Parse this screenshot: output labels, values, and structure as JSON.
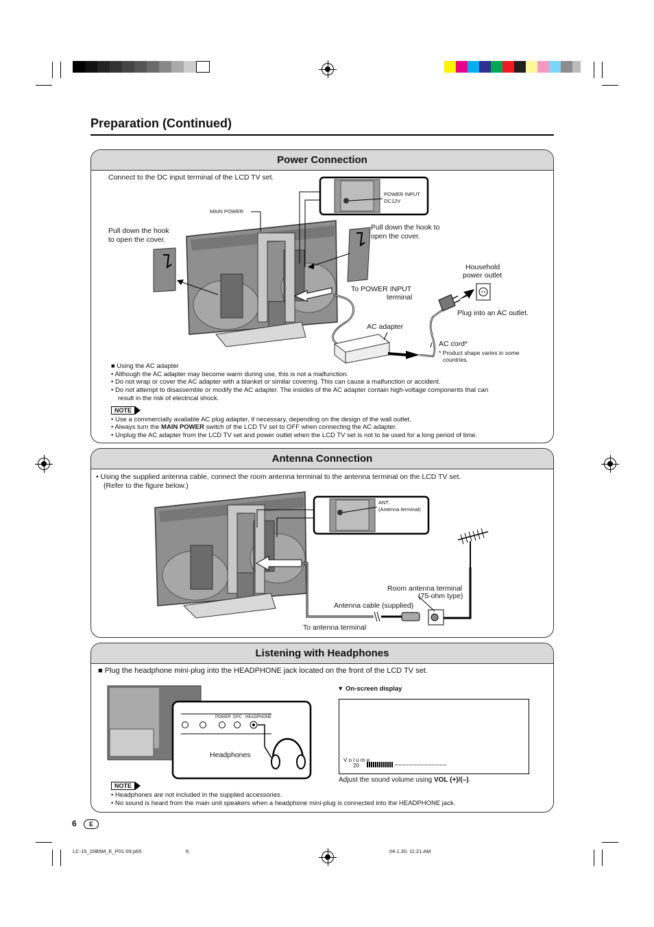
{
  "page": {
    "title": "Preparation (Continued)",
    "page_number": "6",
    "lang_badge": "E",
    "footer": {
      "file": "LC-15_20B5M_E_P01-09.p65",
      "page": "6",
      "timestamp": "04.1.30, 11:21 AM"
    }
  },
  "colors": {
    "section_header_bg": "#d9d9d9",
    "border": "#333333"
  },
  "power": {
    "heading": "Power Connection",
    "connect_label": "Connect to the DC input terminal of the LCD TV set.",
    "main_power": "MAIN POWER",
    "power_input_1": "POWER INPUT",
    "power_input_2": "DC12V",
    "hook_left_1": "Pull down the hook",
    "hook_left_2": "to open the cover.",
    "hook_right_1": "Pull down the hook to",
    "hook_right_2": "open the cover.",
    "outlet_1": "Household",
    "outlet_2": "power outlet",
    "to_power_input_1": "To POWER INPUT",
    "to_power_input_2": "terminal",
    "plug_ac": "Plug into an AC outlet.",
    "ac_adapter": "AC adapter",
    "ac_cord": "AC cord*",
    "product_shape_1": "*  Product shape varies in some",
    "product_shape_2": "countries.",
    "using_heading": "■ Using the AC adapter",
    "bullets": [
      "•  Although the AC adapter may become warm during use, this is not a malfunction.",
      "•  Do not wrap or cover the AC adapter with a blanket or similar covering. This can cause a malfunction or accident.",
      "•  Do not attempt to disassemble or modify the AC adapter. The insides of the AC adapter contain high-voltage components that can",
      "result in the risk of electrical shock."
    ],
    "note_label": "NOTE",
    "note_1": "•  Use a commercially available AC plug adapter, if necessary, depending on the design of the wall outlet.",
    "note_2_pre": "•  Always turn the ",
    "note_2_bold": "MAIN POWER",
    "note_2_post": " switch of the LCD TV set to OFF when connecting the AC adapter.",
    "note_3": "•  Unplug the AC adapter from the LCD TV set and power outlet when the LCD TV set is not to be used for a long period of time."
  },
  "antenna": {
    "heading": "Antenna Connection",
    "intro_1": "•  Using the supplied antenna cable, connect the room antenna terminal to the antenna terminal on the LCD TV set.",
    "intro_2": "(Refer to the figure below.)",
    "ant_1": "ANT.",
    "ant_2": "(Antenna terminal)",
    "room_1": "Room antenna terminal",
    "room_2": "(75-ohm type)",
    "cable": "Antenna cable (supplied)",
    "to_ant": "To antenna terminal"
  },
  "headphones": {
    "heading": "Listening with Headphones",
    "intro": "■ Plug the headphone mini-plug into the HEADPHONE jack located on the front of the LCD TV set.",
    "panel_power": "POWER",
    "panel_dpc": "DPC",
    "panel_headphone": "HEADPHONE",
    "headphones_label": "Headphones",
    "onscreen": "▼ On-screen display",
    "volume_label": "V o l u m e",
    "volume_value": "20",
    "adjust_pre": "Adjust the sound volume using ",
    "adjust_bold": "VOL (+)/(–)",
    "adjust_post": ".",
    "note_label": "NOTE",
    "note_1": "•  Headphones are not included in the supplied accessories.",
    "note_2": "•  No sound is heard from the main unit speakers when a headphone mini-plug is connected into the HEADPHONE jack."
  },
  "volume_level": 20,
  "volume_max": 60
}
